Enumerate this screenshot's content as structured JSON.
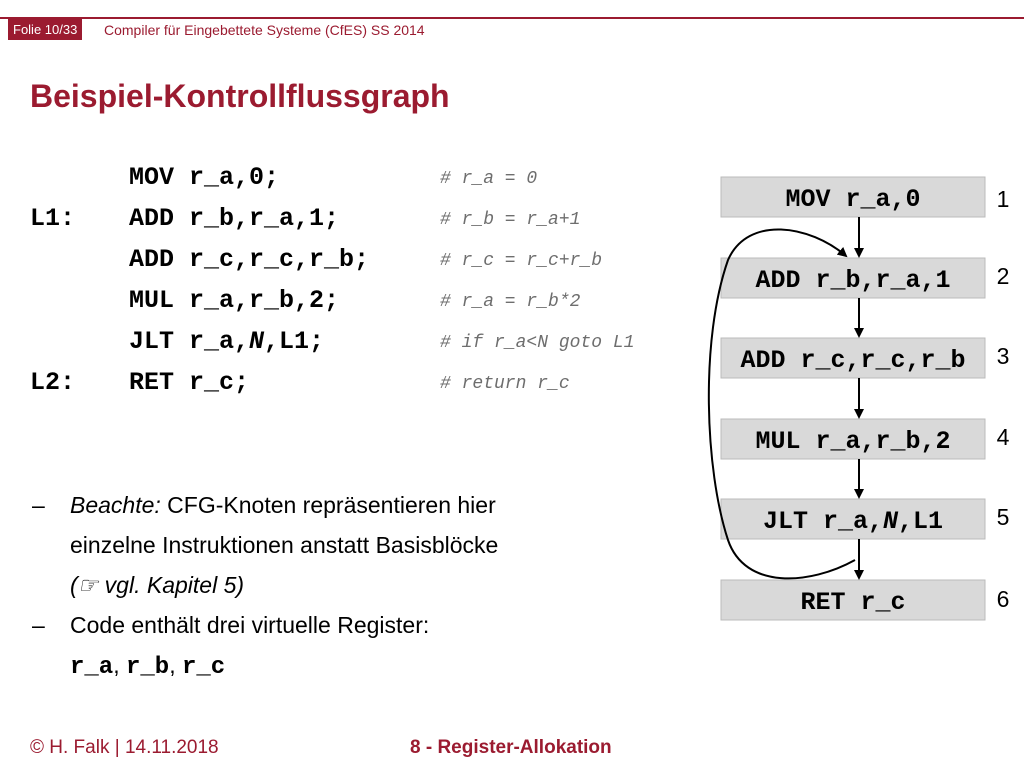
{
  "header": {
    "slide_badge": "Folie 10/33",
    "course": "Compiler für Eingebettete Systeme (CfES) SS 2014"
  },
  "title": "Beispiel-Kontrollflussgraph",
  "code": [
    {
      "label": "",
      "instr": "MOV r_a,0;",
      "comment": "# r_a = 0"
    },
    {
      "label": "L1:",
      "instr": "ADD r_b,r_a,1;",
      "comment": "# r_b = r_a+1"
    },
    {
      "label": "",
      "instr": "ADD r_c,r_c,r_b;",
      "comment": "# r_c = r_c+r_b"
    },
    {
      "label": "",
      "instr": "MUL r_a,r_b,2;",
      "comment": "# r_a = r_b*2"
    },
    {
      "label": "",
      "instr_pre": "JLT r_a,",
      "instr_it": "N",
      "instr_post": ",L1;",
      "comment": "# if r_a<N goto L1"
    },
    {
      "label": "L2:",
      "instr": "RET r_c;",
      "comment": "# return r_c"
    }
  ],
  "bullets": {
    "b1_dash": "–",
    "b1_lead": "Beachte:",
    "b1_rest": " CFG-Knoten repräsentieren hier",
    "b1_line2": "einzelne Instruktionen anstatt Basisblöcke",
    "b1_line3_open": "(",
    "b1_line3_icon": "☞",
    "b1_line3_text": " vgl. Kapitel 5)",
    "b2_dash": "–",
    "b2_line1": "Code enthält drei virtuelle Register:",
    "b2_reg1": "r_a",
    "b2_sep1": ", ",
    "b2_reg2": "r_b",
    "b2_sep2": ", ",
    "b2_reg3": "r_c"
  },
  "cfg": {
    "nodes": [
      {
        "text": "MOV r_a,0",
        "num": "1"
      },
      {
        "text": "ADD r_b,r_a,1",
        "num": "2"
      },
      {
        "text": "ADD r_c,r_c,r_b",
        "num": "3"
      },
      {
        "text": "MUL r_a,r_b,2",
        "num": "4"
      },
      {
        "text_pre": "JLT r_a,",
        "text_it": "N",
        "text_post": ",L1",
        "num": "5"
      },
      {
        "text": "RET r_c",
        "num": "6"
      }
    ]
  },
  "footer": {
    "author": "© H. Falk | 14.11.2018",
    "chapter": "8 - Register-Allokation"
  },
  "colors": {
    "accent": "#9b1b30",
    "node_fill": "#d9d9d9",
    "comment": "#6e6e6e"
  }
}
